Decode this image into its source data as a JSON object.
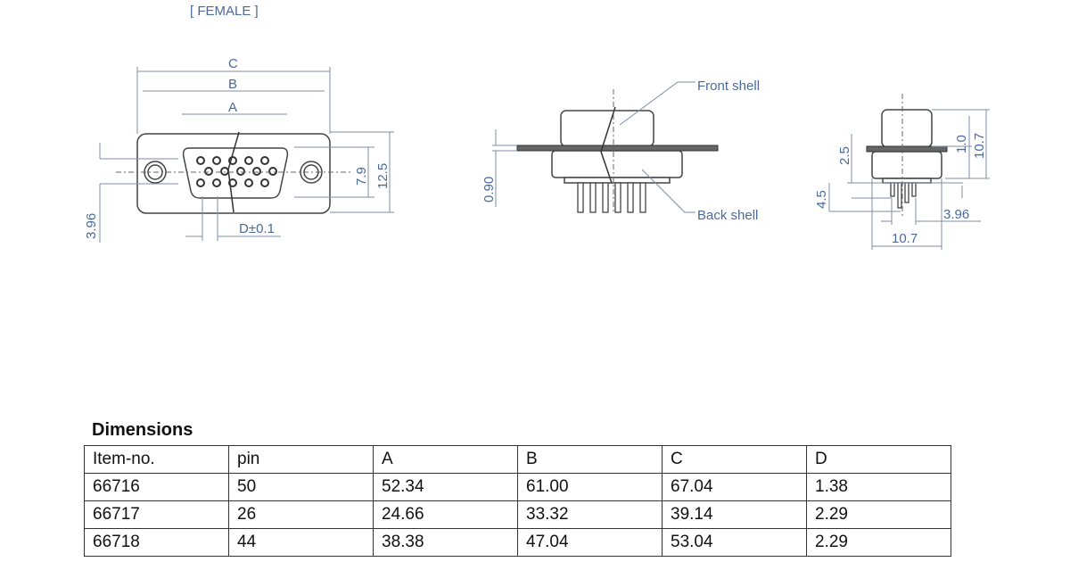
{
  "drawing": {
    "variant_label": "[ FEMALE ]",
    "front_view": {
      "dim_c": "C",
      "dim_b": "B",
      "dim_a": "A",
      "dim_7_9": "7.9",
      "dim_12_5": "12.5",
      "dim_3_96": "3.96",
      "dim_d": "D±0.1"
    },
    "side_view": {
      "front_shell": "Front shell",
      "back_shell": "Back shell",
      "dim_0_90": "0.90"
    },
    "end_view": {
      "dim_2_5": "2.5",
      "dim_1_0": "1.0",
      "dim_10_7_v": "10.7",
      "dim_4_5": "4.5",
      "dim_3_96": "3.96",
      "dim_10_7_h": "10.7"
    }
  },
  "table": {
    "title": "Dimensions",
    "headers": [
      "Item-no.",
      "pin",
      "A",
      "B",
      "C",
      "D"
    ],
    "rows": [
      [
        "66716",
        "50",
        "52.34",
        "61.00",
        "67.04",
        "1.38"
      ],
      [
        "66717",
        "26",
        "24.66",
        "33.32",
        "39.14",
        "2.29"
      ],
      [
        "66718",
        "44",
        "38.38",
        "47.04",
        "53.04",
        "2.29"
      ]
    ]
  }
}
